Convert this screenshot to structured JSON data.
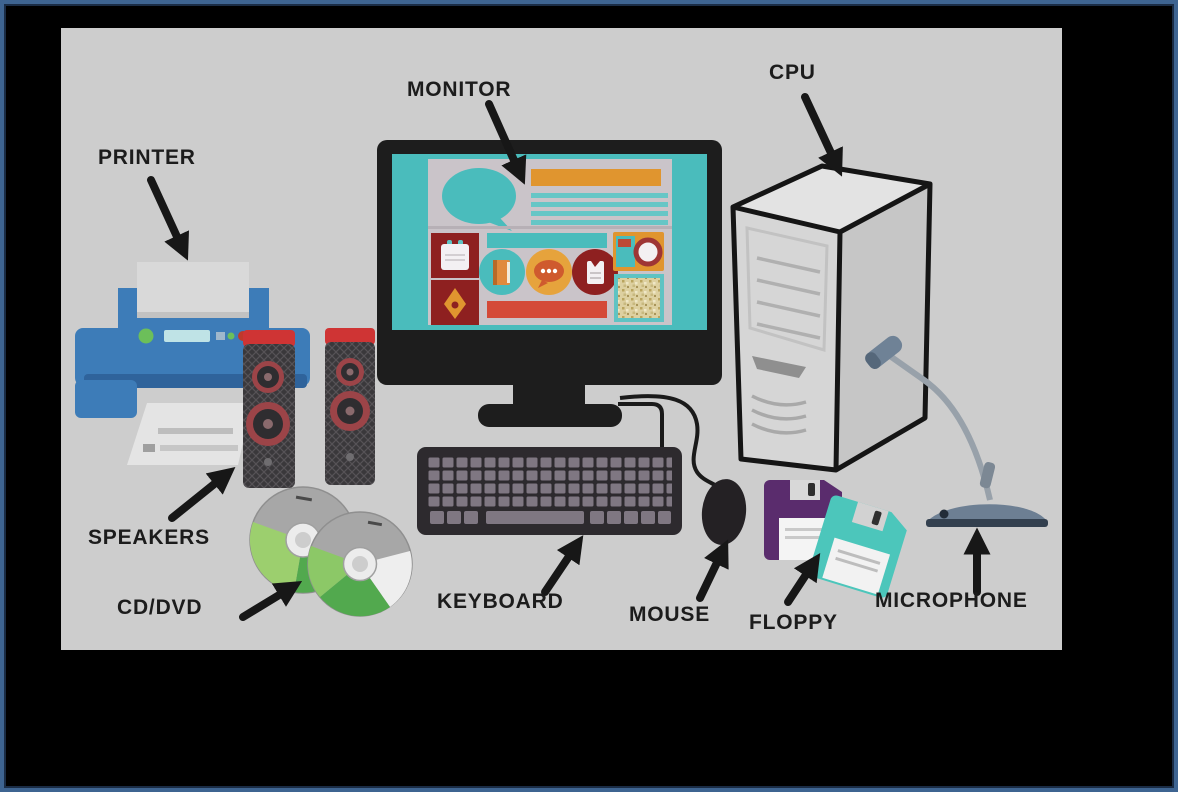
{
  "diagram": {
    "labels": {
      "printer": "PRINTER",
      "monitor": "MONITOR",
      "cpu": "CPU",
      "speakers": "SPEAKERS",
      "cd_dvd": "CD/DVD",
      "keyboard": "KEYBOARD",
      "mouse": "MOUSE",
      "floppy": "FLOPPY",
      "microphone": "MICROPHONE"
    },
    "colors": {
      "frame_border": "#3e6491",
      "frame_inner": "#1a2c45",
      "background": "#000000",
      "panel": "#cdcdcd",
      "label_text": "#1c1c1c",
      "arrow": "#171717",
      "printer_blue": "#3d7cb8",
      "printer_blue_dark": "#2f639b",
      "speaker_red": "#cf3434",
      "monitor_bezel": "#1d1d1d",
      "screen_teal": "#4abcbc",
      "screen_content_bg": "#cac4c9",
      "accent_orange": "#e0952f",
      "accent_dark_red": "#8e2020",
      "accent_red": "#d44a38",
      "keyboard_body": "#2d2a2e",
      "keyboard_keys": "#7f7782",
      "cpu_gray": "#d6d6d6",
      "floppy_purple": "#5a2c6d",
      "floppy_teal": "#4cc6bb",
      "mic_slate": "#6d7f93"
    }
  }
}
